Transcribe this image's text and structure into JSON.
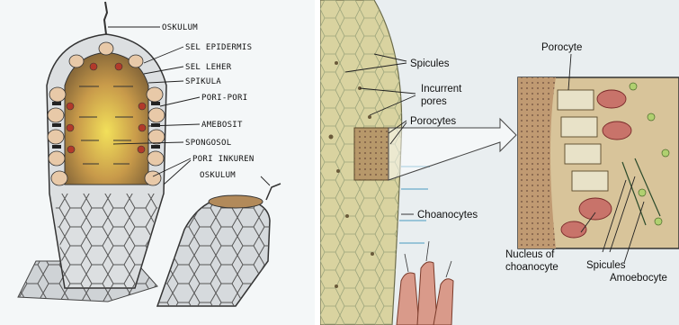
{
  "left_diagram": {
    "labels": {
      "oskulum_top": "OSKULUM",
      "sel_epidermis": "SEL EPIDERMIS",
      "sel_leher": "SEL LEHER",
      "spikula": "SPIKULA",
      "pori_pori": "PORI-PORI",
      "amebosit": "AMEBOSIT",
      "spongosol": "SPONGOSOL",
      "pori_inkuren": "PORI INKUREN",
      "oskulum_small": "OSKULUM"
    }
  },
  "right_diagram": {
    "labels": {
      "spicules": "Spicules",
      "incurrent_1": "Incurrent",
      "incurrent_2": "pores",
      "porocytes": "Porocytes",
      "choanocytes": "Choanocytes",
      "porocyte": "Porocyte",
      "nucleus_1": "Nucleus of",
      "nucleus_2": "choanocyte",
      "spicules_inset": "Spicules",
      "amoebocyte": "Amoebocyte"
    }
  }
}
